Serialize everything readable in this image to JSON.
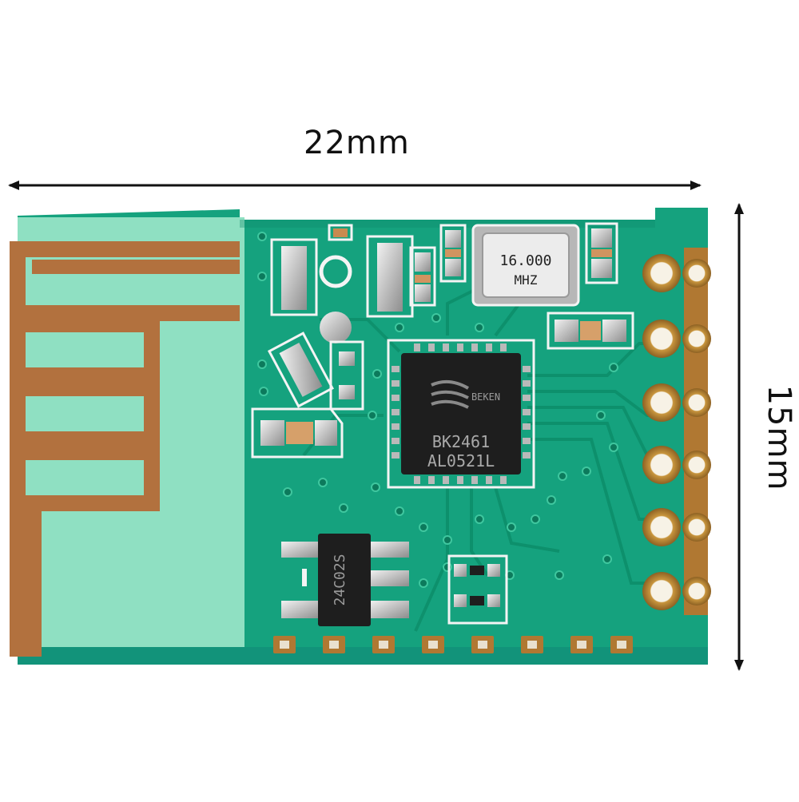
{
  "dimensions": {
    "width_label": "22mm",
    "height_label": "15mm"
  },
  "components": {
    "crystal": {
      "line1": "16.000",
      "line2": "MHZ"
    },
    "main_chip": {
      "brand": "BEKEN",
      "part": "BK2461",
      "lot": "AL0521L"
    },
    "regulator": {
      "marking": "24C02S"
    }
  },
  "colors": {
    "pcb": "#14a07c",
    "pcb_light": "#2bb893",
    "antenna_area": "#8fe0c2",
    "copper": "#b2713e",
    "silkscreen": "#f4f4f4",
    "chip": "#1e1e1e",
    "pad": "#c8c8c8",
    "gold": "#c89a48"
  },
  "pins": {
    "side_count": 6,
    "bottom_count": 8
  }
}
